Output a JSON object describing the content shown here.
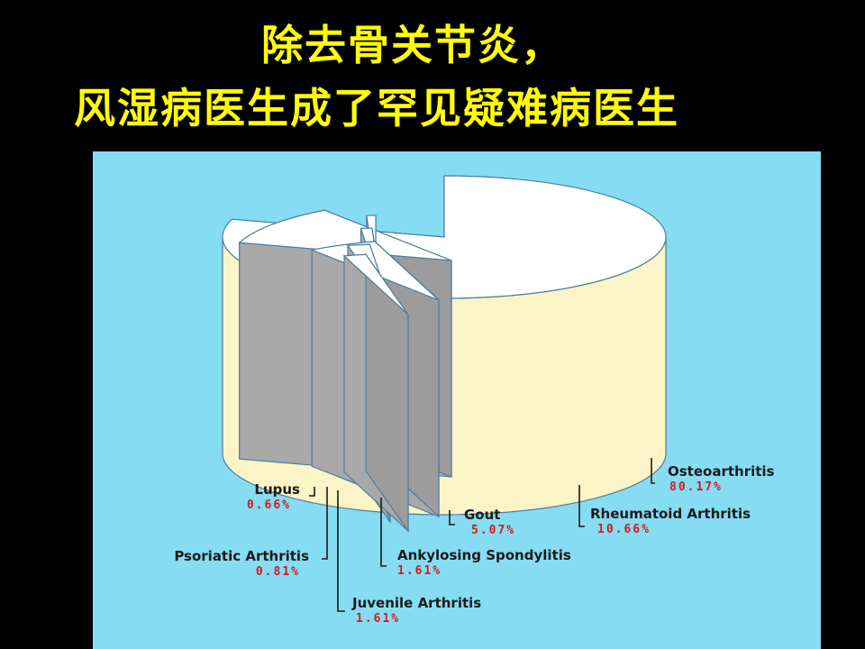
{
  "slide": {
    "title_line1": "除去骨关节炎，",
    "title_line2": "风湿病医生成了罕见疑难病医生"
  },
  "colors": {
    "background": "#000000",
    "title": "#ffff00",
    "panel": "#86dcf2",
    "label_text": "#1a1a1a",
    "value_text": "#d41a1a"
  },
  "chart_data": {
    "type": "pie",
    "style": "3d-exploded-cylinder",
    "slices": [
      {
        "label": "Osteoarthritis",
        "value": 80.17,
        "value_label": "80.17%",
        "color": "#fbf4c6"
      },
      {
        "label": "Rheumatoid Arthritis",
        "value": 10.66,
        "value_label": "10.66%",
        "color": "#f7f0c8"
      },
      {
        "label": "Gout",
        "value": 5.07,
        "value_label": "5.07%",
        "color": "#f2f3e4"
      },
      {
        "label": "Ankylosing Spondylitis",
        "value": 1.61,
        "value_label": "1.61%",
        "color": "#e6eee8"
      },
      {
        "label": "Juvenile Arthritis",
        "value": 1.61,
        "value_label": "1.61%",
        "color": "#e8f0ee"
      },
      {
        "label": "Psoriatic Arthritis",
        "value": 0.81,
        "value_label": "0.81%",
        "color": "#e2ecee"
      },
      {
        "label": "Lupus",
        "value": 0.66,
        "value_label": "0.66%",
        "color": "#dfe8f4"
      }
    ]
  }
}
